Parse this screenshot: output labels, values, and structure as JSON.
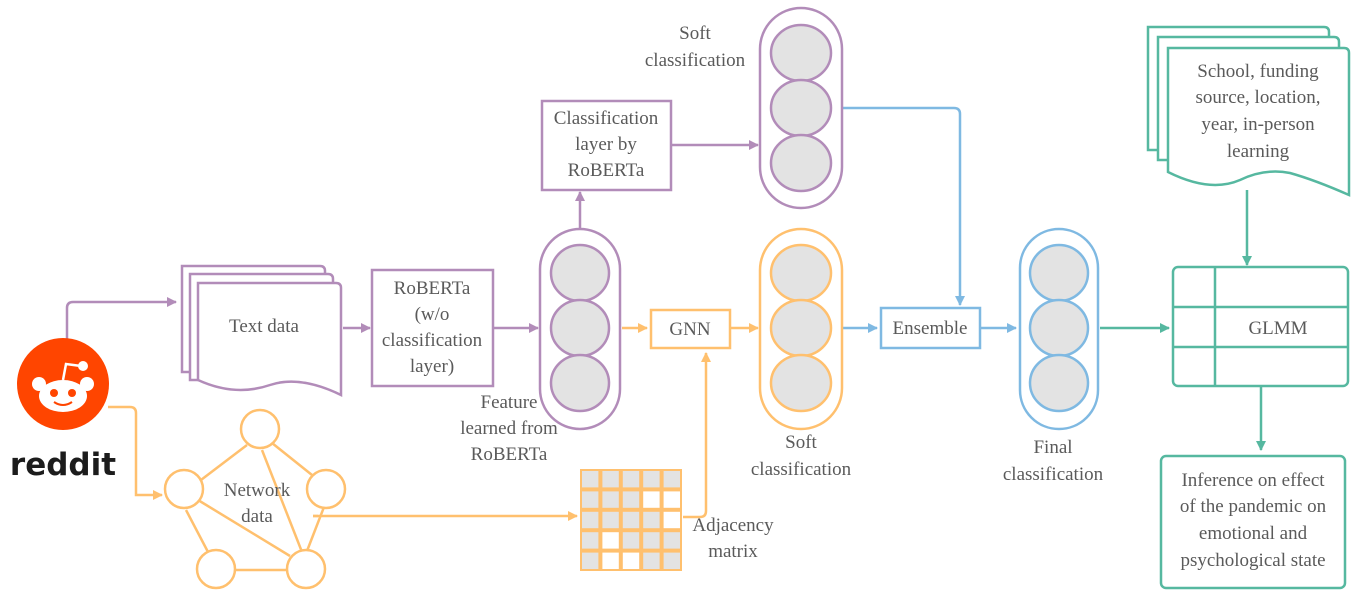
{
  "colors": {
    "purple": "#b28cb9",
    "orange": "#ffc06e",
    "blue": "#7fb9e2",
    "teal": "#56b8a0",
    "reddit": "#ff4500",
    "neuron_fill": "#e3e3e3",
    "text": "#5a5a5a"
  },
  "source": {
    "logo_word": "reddit",
    "icon": "reddit-alien-icon"
  },
  "inputs": {
    "text_data": "Text data",
    "network_data": [
      "Network",
      "data"
    ],
    "covariates": [
      "School, funding",
      "source, location,",
      "year, in-person",
      "learning"
    ]
  },
  "nodes": {
    "roberta": [
      "RoBERTa",
      "(w/o",
      "classification",
      "layer)"
    ],
    "classification_layer": [
      "Classification",
      "layer by",
      "RoBERTa"
    ],
    "gnn": "GNN",
    "ensemble": "Ensemble",
    "glmm": "GLMM",
    "inference": [
      "Inference on effect",
      "of the pandemic on",
      "emotional and",
      "psychological state"
    ]
  },
  "labels": {
    "feature": [
      "Feature",
      "learned from",
      "RoBERTa"
    ],
    "soft_top": [
      "Soft",
      "classification"
    ],
    "soft_mid": [
      "Soft",
      "classification"
    ],
    "final": [
      "Final",
      "classification"
    ],
    "adjacency": [
      "Adjacency",
      "matrix"
    ]
  },
  "adjacency_matrix": {
    "size": 5,
    "filled": [
      [
        1,
        1,
        1,
        1,
        1
      ],
      [
        1,
        1,
        1,
        0,
        0
      ],
      [
        1,
        1,
        1,
        1,
        0
      ],
      [
        1,
        0,
        1,
        1,
        1
      ],
      [
        1,
        0,
        0,
        1,
        1
      ]
    ]
  }
}
